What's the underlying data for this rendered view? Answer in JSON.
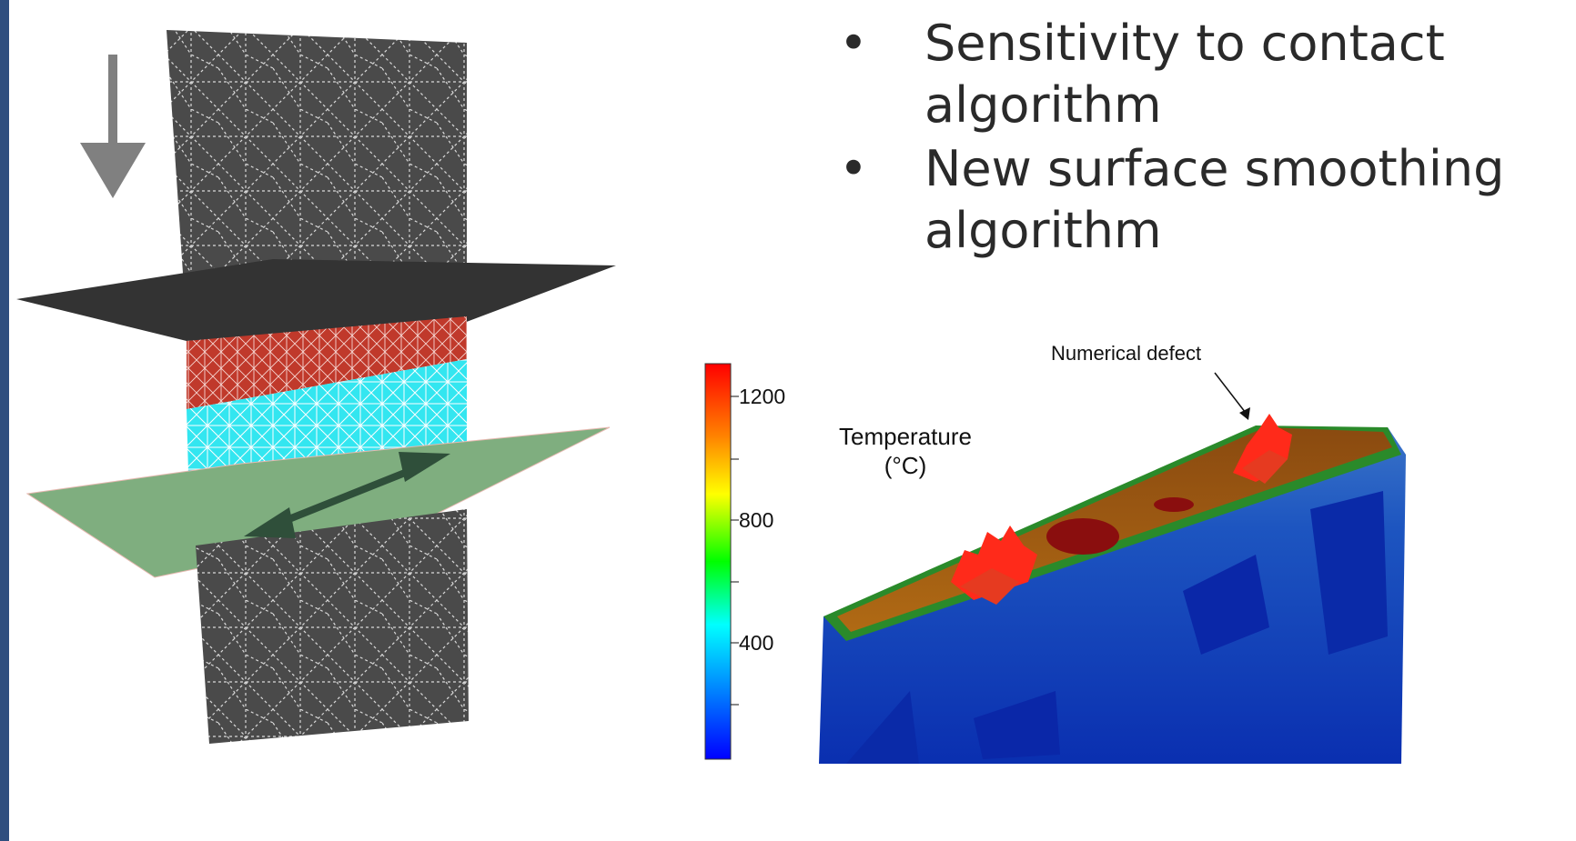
{
  "bullets": [
    {
      "text": "Sensitivity to contact algorithm"
    },
    {
      "text": "New surface smoothing algorithm"
    }
  ],
  "colorbar": {
    "title_line1": "Temperature",
    "title_line2": "(°C)",
    "ticks": [
      "1200",
      "800",
      "400"
    ],
    "colors": [
      "#ff0000",
      "#ff8000",
      "#ffff00",
      "#00ff00",
      "#00ffff",
      "#0080ff",
      "#0000ff"
    ]
  },
  "annotation": {
    "label": "Numerical defect"
  },
  "colors": {
    "mesh_plate": "#4a4a4a",
    "upper_plane": "#333333",
    "lower_plane": "#7fae7f",
    "specimen_hot": "#c0392b",
    "specimen_cold": "#33e6f0",
    "arrow_down": "#808080",
    "arrow_double": "#2f4f3a"
  },
  "icons": {
    "down_arrow": "down-arrow-icon",
    "double_arrow": "double-arrow-icon"
  }
}
